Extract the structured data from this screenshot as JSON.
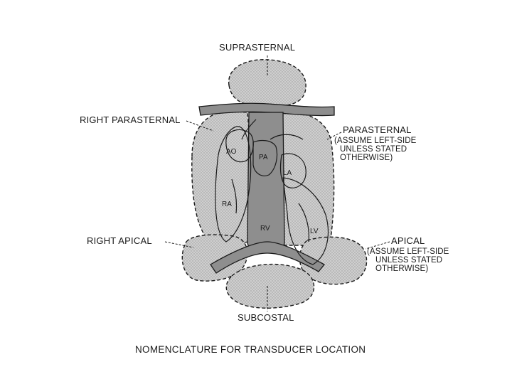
{
  "labels": {
    "suprasternal": "SUPRASTERNAL",
    "right_parasternal": "RIGHT PARASTERNAL",
    "parasternal": "PARASTERNAL",
    "parasternal_note": [
      "(ASSUME LEFT-SIDE",
      "UNLESS STATED",
      "OTHERWISE)"
    ],
    "right_apical": "RIGHT APICAL",
    "apical": "APICAL",
    "apical_note": [
      "(ASSUME LEFT-SIDE",
      "UNLESS STATED",
      "OTHERWISE)"
    ],
    "subcostal": "SUBCOSTAL"
  },
  "anatomy": {
    "ao": "AO",
    "pa": "PA",
    "la": "LA",
    "ra": "RA",
    "rv": "RV",
    "lv": "LV"
  },
  "caption": "NOMENCLATURE FOR TRANSDUCER LOCATION",
  "colors": {
    "region_fill": "#c8c8c8",
    "vessel_fill": "#8e8e8e",
    "line": "#1a1a1a"
  }
}
